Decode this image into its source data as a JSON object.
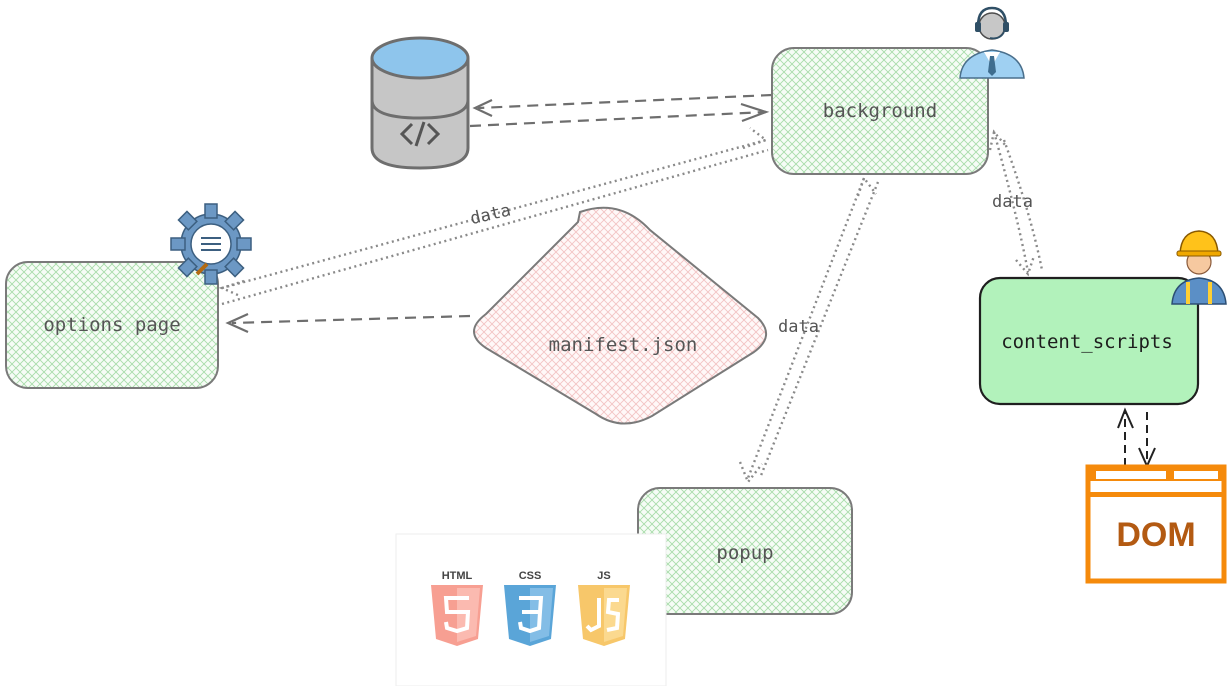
{
  "nodes": {
    "background": "background",
    "options_page": "options page",
    "manifest": "manifest.json",
    "content_scripts": "content_scripts",
    "popup": "popup",
    "dom": "DOM"
  },
  "edge_labels": {
    "options_background": "data",
    "content_background": "data",
    "popup_background": "data"
  },
  "tech_logos": [
    "HTML",
    "CSS",
    "JS"
  ],
  "icons": [
    "database-icon",
    "support-agent-icon",
    "settings-gear-icon",
    "construction-worker-icon",
    "dom-window-icon",
    "html5-logo",
    "css3-logo",
    "js-logo"
  ],
  "colors": {
    "node_fill": "#dff3df",
    "node_stroke": "#7a7a7a",
    "manifest_fill": "#fbe3e3",
    "content_fill": "#b2f2bb",
    "dom_orange": "#f58a0b",
    "db_blue": "#8ec5ec",
    "gear_blue": "#6c98c4"
  }
}
